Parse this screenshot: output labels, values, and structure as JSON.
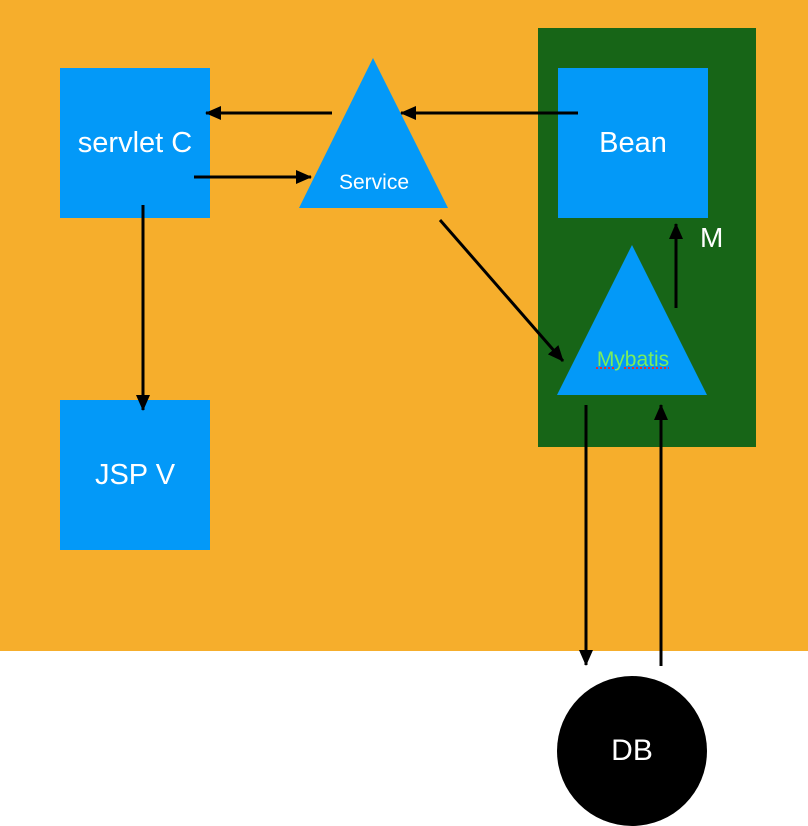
{
  "diagram": {
    "nodes": {
      "servlet": "servlet C",
      "service": "Service",
      "jsp": "JSP V",
      "bean": "Bean",
      "mybatis": "Mybatis",
      "db": "DB",
      "model_group": "M"
    },
    "edges": [
      {
        "from": "service",
        "to": "servlet"
      },
      {
        "from": "servlet",
        "to": "service"
      },
      {
        "from": "bean",
        "to": "service"
      },
      {
        "from": "servlet",
        "to": "jsp"
      },
      {
        "from": "service",
        "to": "mybatis"
      },
      {
        "from": "mybatis",
        "to": "bean"
      },
      {
        "from": "mybatis",
        "to": "db"
      },
      {
        "from": "db",
        "to": "mybatis"
      }
    ],
    "colors": {
      "background": "#f6ae2c",
      "model_group": "#176517",
      "node": "#0399f8",
      "db": "#000000",
      "mybatis_text": "#7bee5c"
    }
  }
}
